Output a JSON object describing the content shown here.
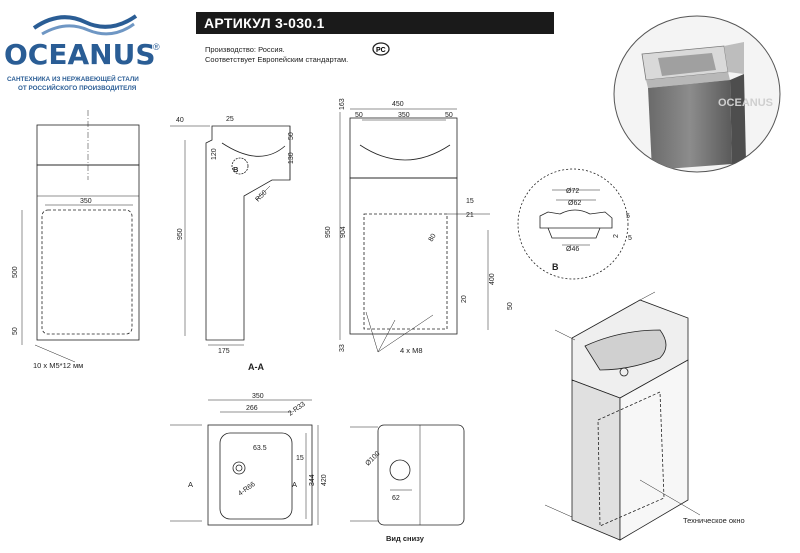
{
  "brand": {
    "name": "OCEANUS",
    "registered": "®",
    "tagline_1": "САНТЕХНИКА ИЗ НЕРЖАВЕЮЩЕЙ СТАЛИ",
    "tagline_2": "ОТ РОССИЙСКОГО ПРОИЗВОДИТЕЛЯ"
  },
  "header": {
    "article": "АРТИКУЛ 3-030.1",
    "production": "Производство: Россия.",
    "standard": "Соответствует Европейским стандартам."
  },
  "photo": {
    "watermark": "OCEANUS"
  },
  "labels": {
    "screws": "10 x M5*12 мм",
    "section": "А-А",
    "bolts": "4 x M8",
    "detail": "В",
    "bottom_view": "Вид снизу",
    "tech_window": "Техническое окно",
    "section_mark_a": "А"
  },
  "dimensions": {
    "front": [
      "350",
      "500",
      "50"
    ],
    "side": [
      "40",
      "25",
      "50",
      "120",
      "130",
      "950",
      "R50",
      "175"
    ],
    "front2": [
      "450",
      "163",
      "50",
      "350",
      "50",
      "950",
      "904",
      "15",
      "21",
      "400",
      "20",
      "50",
      "33",
      "80"
    ],
    "detail": [
      "Ø72",
      "Ø62",
      "Ø46",
      "5",
      "2",
      "5"
    ],
    "top": [
      "350",
      "266",
      "2-R33",
      "63.5",
      "15",
      "4-R66",
      "420",
      "344"
    ],
    "bottom": [
      "Ø100",
      "62"
    ]
  },
  "colors": {
    "brand_blue": "#2a5d95",
    "bar": "#1a1a1a",
    "steel_dark": "#6e6e6e",
    "steel_light": "#c9c9c9"
  }
}
